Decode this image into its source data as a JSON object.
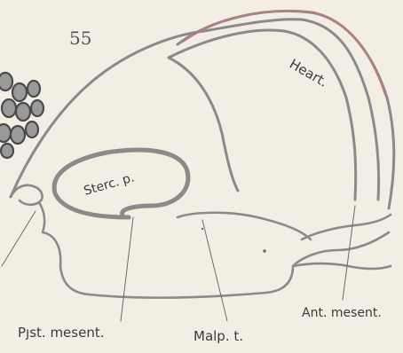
{
  "figure": {
    "number": "55",
    "labels": {
      "heart": "Heart.",
      "sterc": "Sterc. p.",
      "post_mesent": "Pȷst. mesent.",
      "malp": "Malp. t.",
      "ant_mesent": "Ant. mesent."
    },
    "colors": {
      "background": "#f2eee3",
      "outline": "#8a8a8a",
      "thin_line": "#6a6a6a",
      "red_edge": "#c97a7a",
      "egg": "#4a4a4a",
      "egg_fill": "#9a9a9a"
    }
  }
}
